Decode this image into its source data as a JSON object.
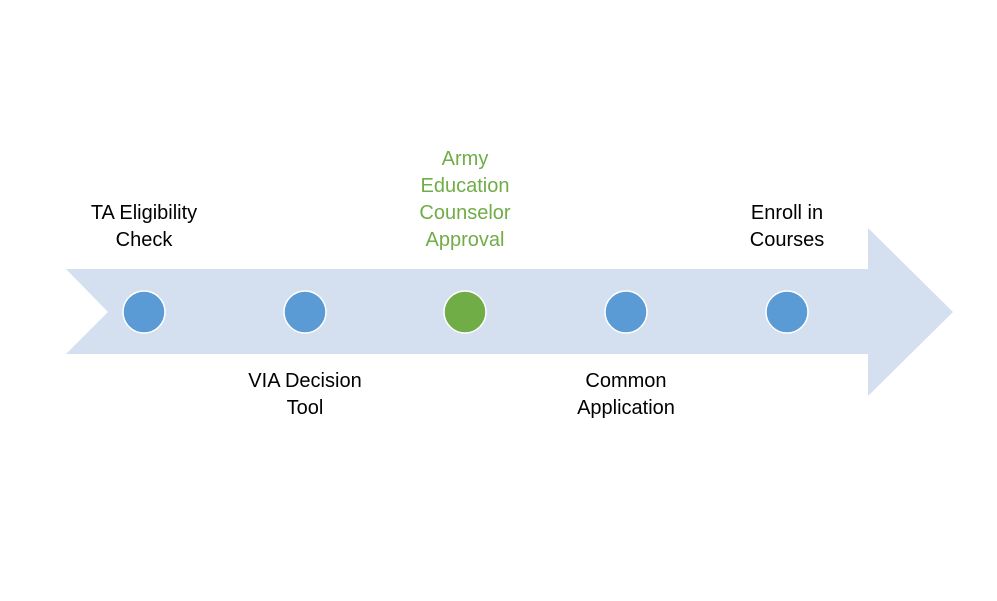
{
  "colors": {
    "arrow_fill": "#d4dfef",
    "node_default": "#5b9bd5",
    "node_highlight": "#70ad47",
    "node_stroke": "#ffffff",
    "label_default": "#000000",
    "label_highlight": "#70ad47"
  },
  "steps": [
    {
      "label_lines": [
        "TA Eligibility",
        "Check"
      ],
      "highlighted": false
    },
    {
      "label_lines": [
        "VIA Decision",
        "Tool"
      ],
      "highlighted": false
    },
    {
      "label_lines": [
        "Army",
        "Education",
        "Counselor",
        "Approval"
      ],
      "highlighted": true
    },
    {
      "label_lines": [
        "Common",
        "Application"
      ],
      "highlighted": false
    },
    {
      "label_lines": [
        "Enroll in",
        "Courses"
      ],
      "highlighted": false
    }
  ]
}
